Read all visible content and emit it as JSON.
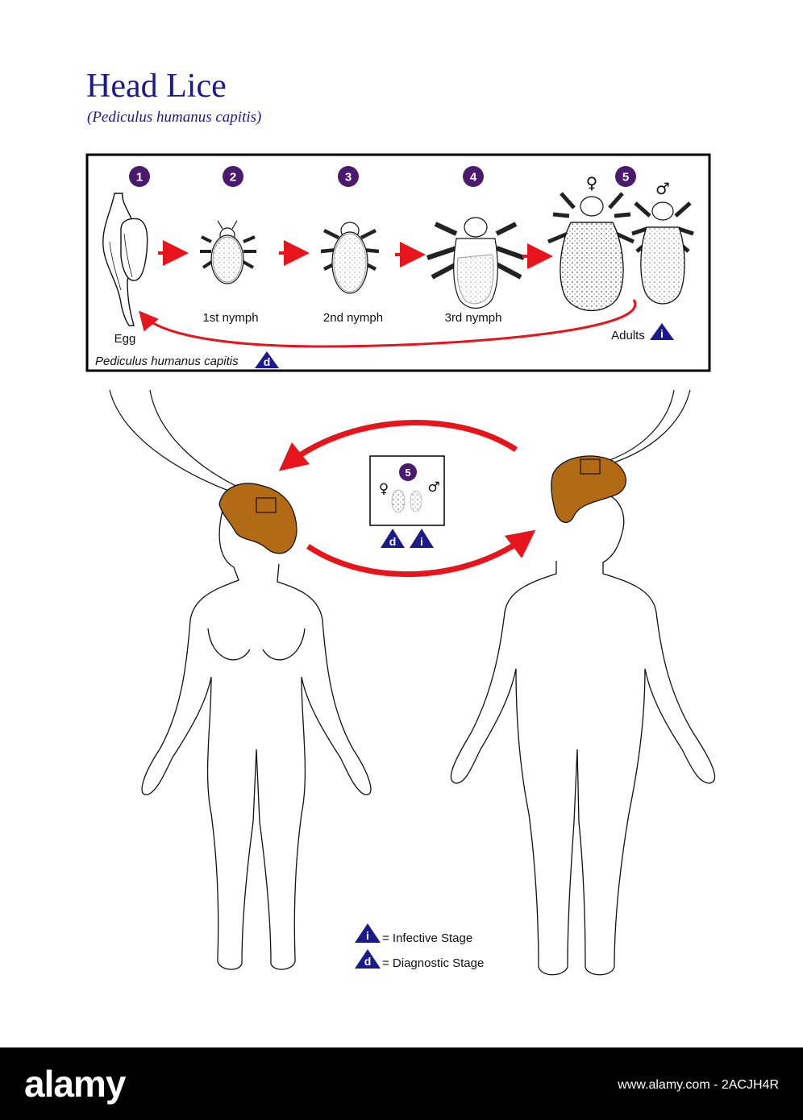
{
  "header": {
    "title": "Head Lice",
    "subtitle": "(Pediculus humanus capitis)"
  },
  "lifecycle": {
    "stages": [
      {
        "number": "1",
        "label": "Egg"
      },
      {
        "number": "2",
        "label": "1st nymph"
      },
      {
        "number": "3",
        "label": "2nd nymph"
      },
      {
        "number": "4",
        "label": "3rd nymph"
      },
      {
        "number": "5",
        "label": "Adults"
      }
    ],
    "species_label": "Pediculus humanus capitis",
    "female_symbol": "♀",
    "male_symbol": "♂"
  },
  "transmission": {
    "stage_number": "5",
    "female_symbol": "♀",
    "male_symbol": "♂"
  },
  "markers": {
    "infective": "i",
    "diagnostic": "d"
  },
  "legend": {
    "infective_text": "= Infective Stage",
    "diagnostic_text": "= Diagnostic Stage"
  },
  "footer": {
    "wordmark": "alamy",
    "image_id": "www.alamy.com - 2ACJH4R"
  },
  "colors": {
    "title": "#1a1a8c",
    "stage_circle": "#4b1a6e",
    "marker_triangle": "#1a1a8c",
    "arrow": "#e8141b",
    "hair": "#b26a14"
  }
}
